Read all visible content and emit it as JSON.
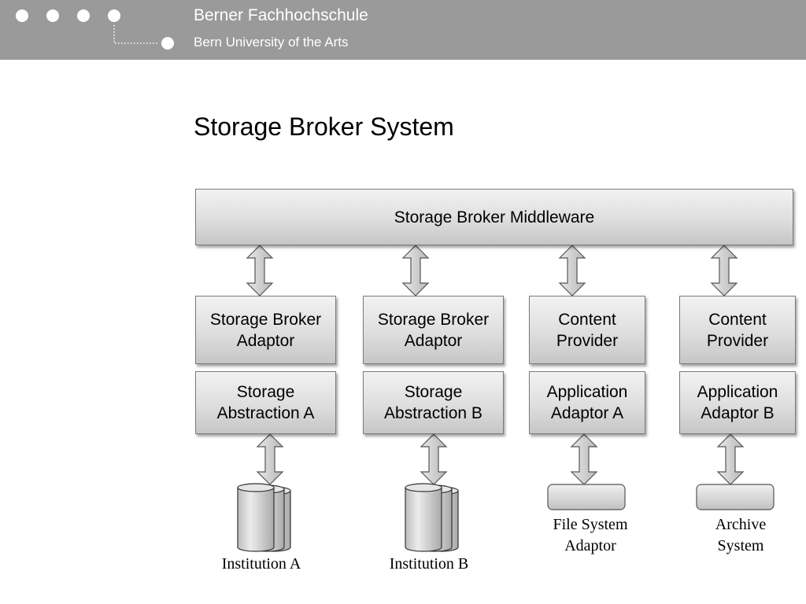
{
  "header": {
    "institution_name": "Berner Fachhochschule",
    "institution_subtitle": "Bern University of the Arts",
    "background_color": "#9a9a9a"
  },
  "page_title": "Storage Broker System",
  "diagram": {
    "middleware": "Storage Broker Middleware",
    "columns": [
      {
        "upper": "Storage Broker\nAdaptor",
        "lower": "Storage\nAbstraction A",
        "endpoint": "database-stack",
        "endpoint_label": "Institution A"
      },
      {
        "upper": "Storage Broker\nAdaptor",
        "lower": "Storage\nAbstraction B",
        "endpoint": "database-stack",
        "endpoint_label": "Institution B"
      },
      {
        "upper": "Content\nProvider",
        "lower": "Application\nAdaptor A",
        "endpoint": "flat-box",
        "endpoint_label": "File System\nAdaptor"
      },
      {
        "upper": "Content\nProvider",
        "lower": "Application\nAdaptor B",
        "endpoint": "flat-box",
        "endpoint_label": "Archive\nSystem"
      }
    ]
  }
}
